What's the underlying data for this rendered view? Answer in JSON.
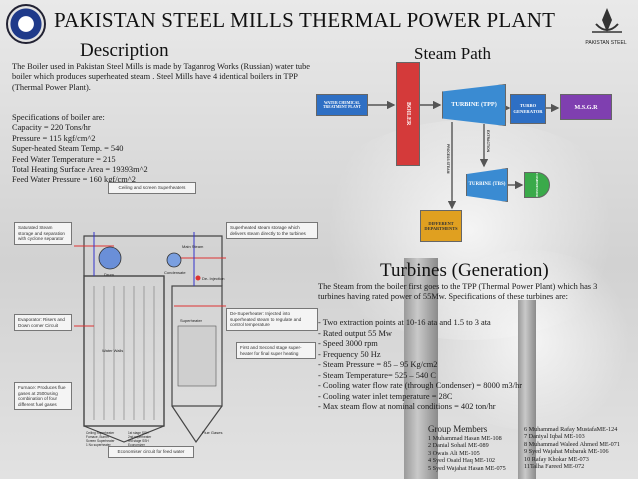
{
  "header": {
    "title": "PAKISTAN STEEL MILLS THERMAL POWER PLANT",
    "right_logo_text": "PAKISTAN STEEL"
  },
  "description": {
    "heading": "Description",
    "paragraph": "The Boiler used in Pakistan Steel Mills is made by Taganrog Works (Russian)  water tube boiler which produces superheated steam . Steel Mills have 4 identical boilers in TPP (Thermal Power Plant).",
    "specs_title": "Specifications of boiler are:",
    "specs": [
      "Capacity        = 220 Tons/hr",
      "Pressure        = 115 kgf/cm^2",
      "Super-heated Steam Temp.  = 540",
      "Feed Water Temperature  = 215",
      "Total Heating Surface Area = 19393m^2",
      "Feed Water Pressure    = 160 kgf/cm^2"
    ]
  },
  "diagram": {
    "top_label": "Ceiling and screen Superheaters",
    "saturated": "Saturated Steam storage and separation with cyclone separator",
    "superheated": "Superheated steam storage which delivers steam directly to the turbines",
    "desuperheater": "De-Superheater: Injected into superheated steam to regulate and control temperature",
    "first_second": "First and Second stage super-heater for final super heating",
    "evaporator": "Evaporator: Risers and Down comer Circuit",
    "furnace": "Furnace: Produces flue gases at 2500using combination of four different fuel gases",
    "economiser": "Economiser circuit for feed water",
    "inner_drum": "Drum",
    "inner_condensate": "Condensate",
    "inner_main_steam": "Main Steam",
    "inner_injection": "De- Injection",
    "inner_water_walls": "Water Walls",
    "inner_flue_gases": "Flue Gases",
    "inner_superheater": "Superheater",
    "legend": [
      "Ceiling Superheater",
      "Furnace, Burner",
      "Screen Superheater",
      "1 No superheater",
      "1st stage SSH",
      "2nd superheater",
      "3rd stage SSH",
      "Economizer"
    ]
  },
  "steam_path": {
    "heading": "Steam Path",
    "wtp": "WATER CHEMICAL TREATMENT PLANT",
    "boiler": "BOILER",
    "tpp": "TURBINE (TPP)",
    "generator": "TURBO GENERATOR",
    "msgr": "M.S.G.R",
    "tbs": "TURBINE (TBS)",
    "compressor": "COMPRESSOR",
    "departments": "DIFFERENT DEPARTMENTS",
    "process_label": "PROCESS STEAM",
    "extraction_label": "EXTRACTION"
  },
  "turbines": {
    "heading": "Turbines (Generation)",
    "intro": "The Steam from the boiler first goes to the TPP (Thermal Power Plant) which has 3 turbines having rated power of 55Mw. Specifications of these turbines are:",
    "items": [
      "- Two extraction points at 10-16 ata and 1.5 to 3 ata",
      "- Rated output 55 Mw",
      "- Speed 3000 rpm",
      "- Frequency 50 Hz",
      "- Steam Pressure = 85 – 95 Kg/cm2",
      "- Steam Temperature= 525 – 540 C",
      "- Cooling water flow rate (through Condenser) = 8000 m3/hr",
      "- Cooling water inlet temperature = 28C",
      "- Max steam flow at nominal conditions = 402 ton/hr"
    ]
  },
  "group": {
    "heading": "Group Members",
    "left": [
      "1  Muhammad Hasan  ME-108",
      "2  Danial Sohail  ME-089",
      "3  Owais Ali   ME-105",
      "4  Syed Osaid Haq ME-102",
      "5  Syed Wajahat Hasan   ME-075"
    ],
    "right": [
      "6  Muhammad Rafay MustafaME-124",
      "7  Daniyal Iqbal ME-103",
      "8  Muhammad Waleed Ahmed   ME-071",
      "9  Syed Wajahat Mubarak   ME-106",
      "10    Rafay Khokar  ME-073",
      "11Talha Fareed   ME-072"
    ]
  },
  "colors": {
    "boiler": "#d43a3a",
    "turbine": "#3a8bd2",
    "generator": "#2e6fc4",
    "msgr": "#7f3fb0",
    "compressor": "#3aaa4a",
    "departments": "#e0a020"
  }
}
